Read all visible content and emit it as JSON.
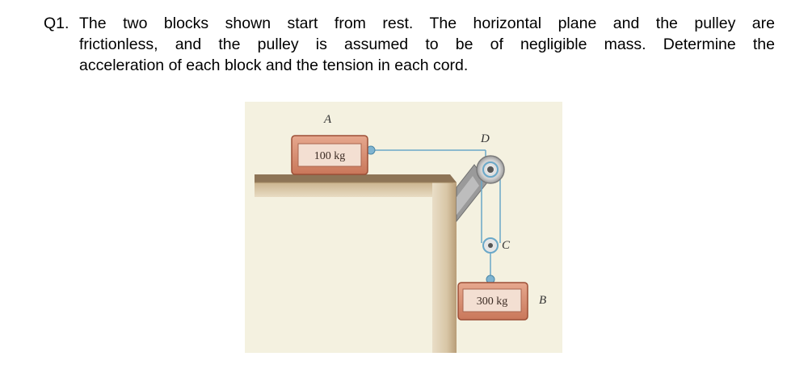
{
  "question": {
    "number": "Q1.",
    "line1": "The two blocks shown start from rest. The horizontal plane and the pulley are",
    "line2": "frictionless, and the pulley is assumed to be of negligible mass. Determine the",
    "line3": "acceleration of each block and the tension in each cord."
  },
  "figure": {
    "label_a": "A",
    "label_b": "B",
    "label_c": "C",
    "label_d": "D",
    "mass_a": "100 kg",
    "mass_b": "300 kg"
  },
  "colors": {
    "background": "#f4f1e0",
    "block": "#d3876a",
    "cord": "#6aa8c8",
    "table": "#d9c6a4"
  }
}
